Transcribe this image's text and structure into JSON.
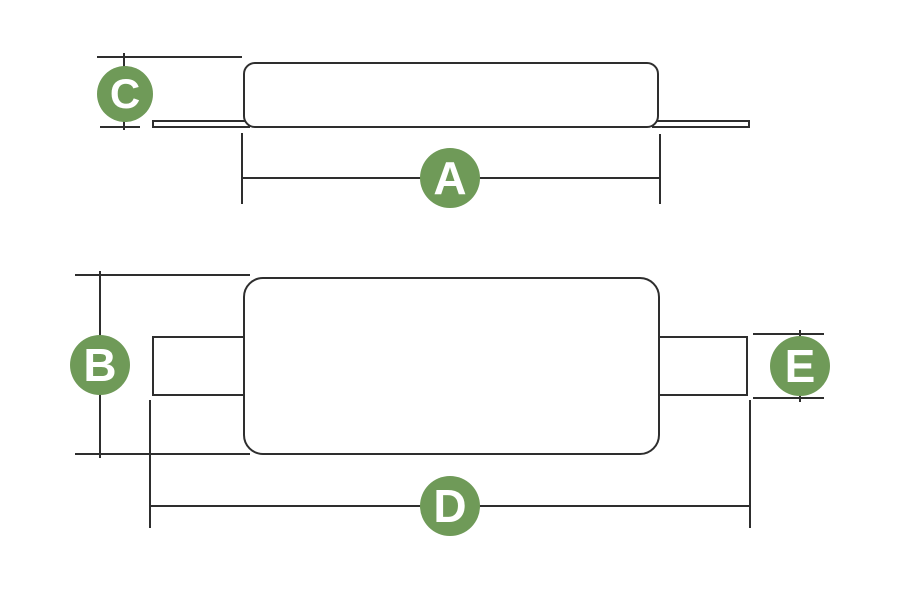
{
  "labels": {
    "a": "A",
    "b": "B",
    "c": "C",
    "d": "D",
    "e": "E"
  },
  "colors": {
    "badge": "#6f9a58",
    "badge_text": "#ffffff",
    "line": "#2e2e2e",
    "background": "#ffffff"
  }
}
